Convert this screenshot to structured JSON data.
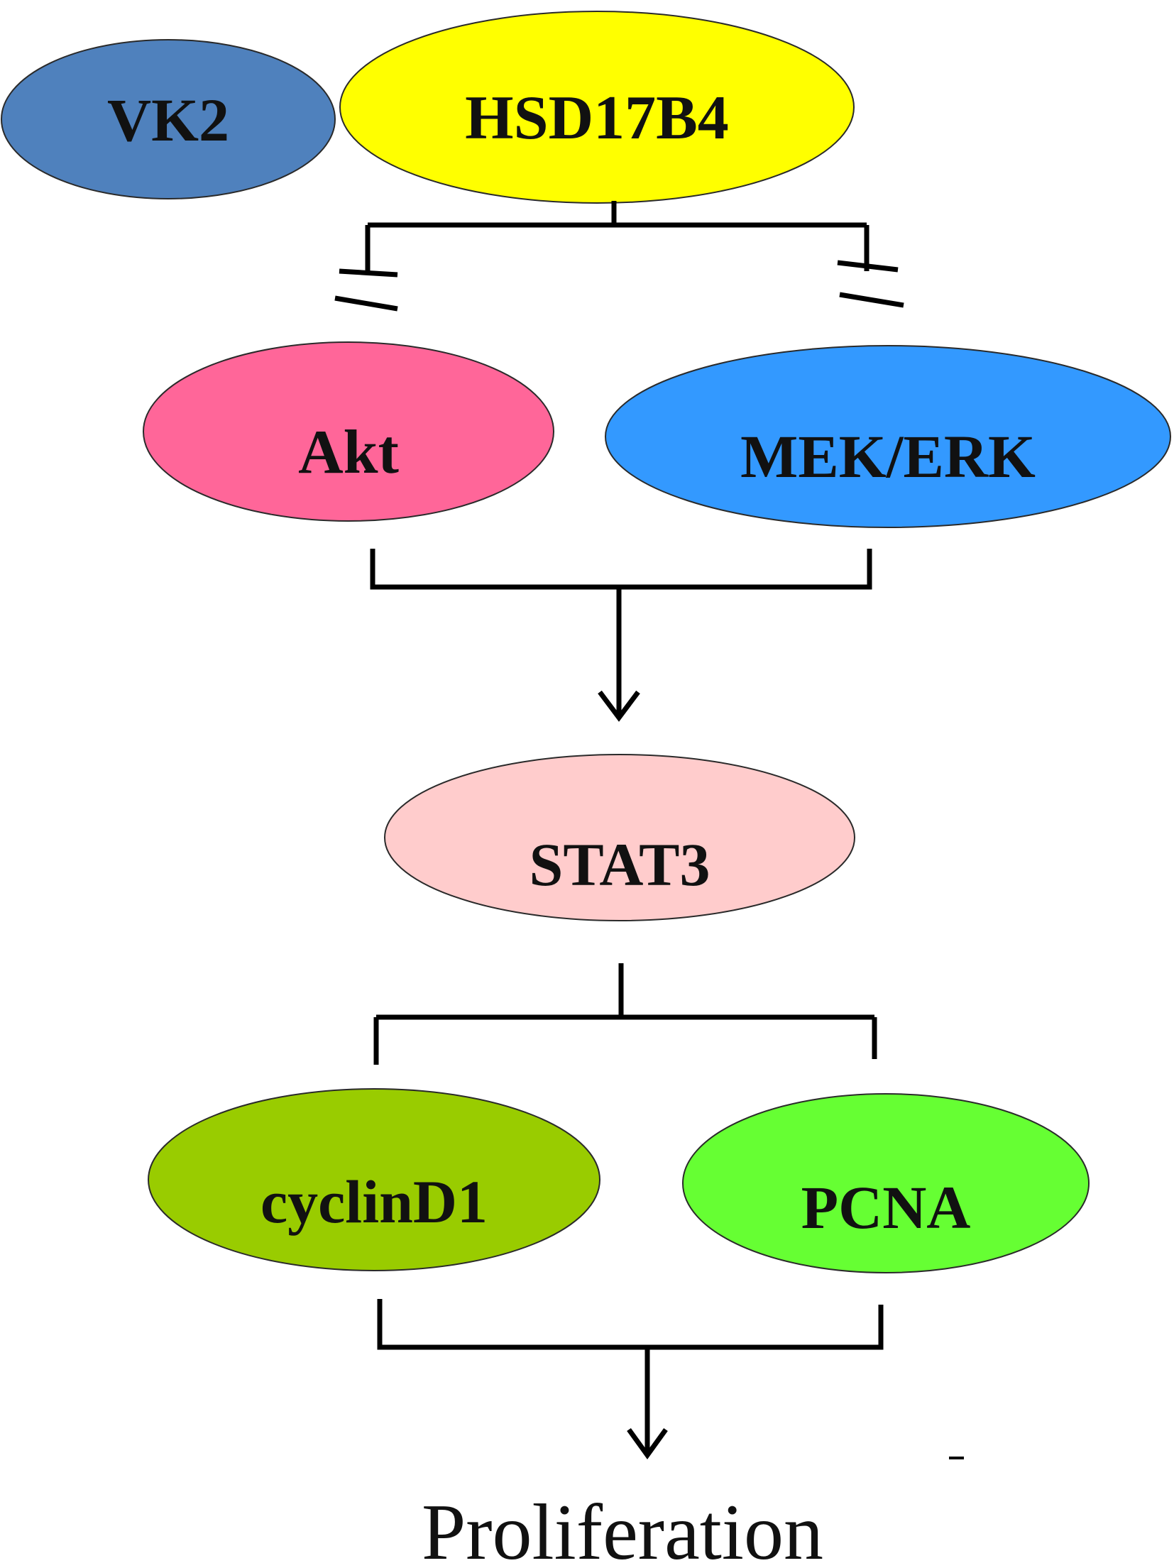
{
  "diagram": {
    "nodes": {
      "vk2": {
        "label": "VK2",
        "color": "#4f81bd"
      },
      "hsd17b4": {
        "label": "HSD17B4",
        "color": "#ffff00"
      },
      "akt": {
        "label": "Akt",
        "color": "#ff6699"
      },
      "mek_erk": {
        "label": "MEK/ERK",
        "color": "#3399ff"
      },
      "stat3": {
        "label": "STAT3",
        "color": "#ffcccc"
      },
      "cyclind1": {
        "label": "cyclinD1",
        "color": "#99cc00"
      },
      "pcna": {
        "label": "PCNA",
        "color": "#66ff33"
      }
    },
    "outcome": {
      "label": "Proliferation"
    },
    "edges": [
      {
        "from": "hsd17b4",
        "to": "akt",
        "type": "inhibition"
      },
      {
        "from": "hsd17b4",
        "to": "mek_erk",
        "type": "inhibition"
      },
      {
        "from": "akt",
        "to": "stat3",
        "type": "activation"
      },
      {
        "from": "mek_erk",
        "to": "stat3",
        "type": "activation"
      },
      {
        "from": "stat3",
        "to": "cyclind1",
        "type": "connection"
      },
      {
        "from": "stat3",
        "to": "pcna",
        "type": "connection"
      },
      {
        "from": "cyclind1",
        "to": "proliferation",
        "type": "activation"
      },
      {
        "from": "pcna",
        "to": "proliferation",
        "type": "activation"
      }
    ]
  }
}
